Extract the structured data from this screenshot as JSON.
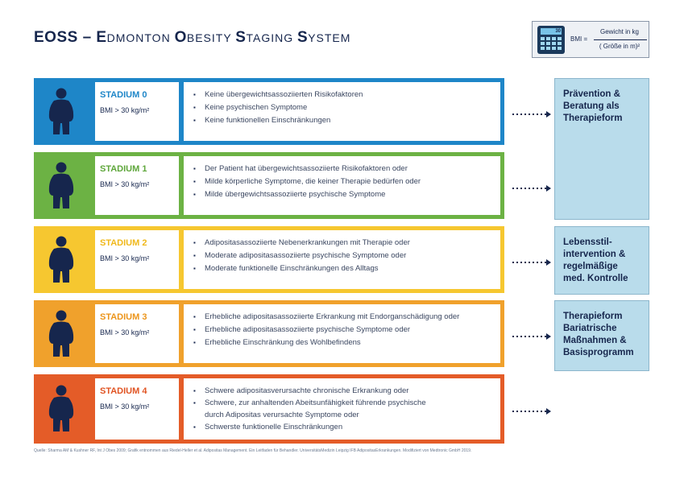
{
  "title": {
    "p1": "EOSS – E",
    "p2": "DMONTON ",
    "p3": "O",
    "p4": "BESITY ",
    "p5": "S",
    "p6": "TAGING ",
    "p7": "S",
    "p8": "YSTEM"
  },
  "bmi": {
    "calc_display": "30",
    "label": "BMI =",
    "numerator": "Gewicht in kg",
    "denominator": "( Größe in m)²"
  },
  "stages": [
    {
      "name": "STADIUM 0",
      "bmi": "BMI > 30 kg/m²",
      "color": "#1e86c8",
      "name_color": "#1e86c8",
      "items": [
        "Keine übergewichtsassoziierten Risikofaktoren",
        "Keine psychischen Symptome",
        "Keine funktionellen Einschränkungen"
      ]
    },
    {
      "name": "STADIUM 1",
      "bmi": "BMI > 30 kg/m²",
      "color": "#6cb244",
      "name_color": "#5ea63a",
      "items": [
        "Der Patient hat übergewichtsassoziierte Risikofaktoren oder",
        "Milde körperliche Symptome, die keiner Therapie bedürfen oder",
        "Milde übergewichtsassoziierte psychische Symptome"
      ]
    },
    {
      "name": "STADIUM 2",
      "bmi": "BMI > 30 kg/m²",
      "color": "#f6c730",
      "name_color": "#f0b81a",
      "items": [
        "Adipositasassoziierte Nebenerkrankungen mit Therapie oder",
        "Moderate adipositasassoziierte psychische Symptome oder",
        "Moderate funktionelle Einschränkungen des Alltags"
      ]
    },
    {
      "name": "STADIUM 3",
      "bmi": "BMI > 30 kg/m²",
      "color": "#f0a12c",
      "name_color": "#ec9419",
      "items": [
        "Erhebliche adipositasassoziierte Erkrankung mit Endorganschädigung oder",
        "Erhebliche adipositasassoziierte psychische Symptome oder",
        "Erhebliche Einschränkung des Wohlbefindens"
      ]
    },
    {
      "name": "STADIUM 4",
      "bmi": "BMI > 30 kg/m²",
      "color": "#e45c28",
      "name_color": "#e05322",
      "items": [
        "Schwere adipositasverursachte chronische Erkrankung oder",
        "Schwere, zur anhaltenden Abeitsunfähigkeit führende psychische",
        "durch Adipositas verursachte Symptome oder",
        "Schwerste funktionelle Einschränkungen"
      ]
    }
  ],
  "recommendations": [
    {
      "lines": [
        "Prävention &",
        "Beratung als",
        "Therapieform"
      ]
    },
    {
      "lines": [
        "Lebensstil-",
        "intervention &",
        "regelmäßige",
        "med. Kontrolle"
      ]
    },
    {
      "lines": [
        "Therapieform",
        "Bariatrische",
        "Maßnahmen &",
        "Basisprogramm"
      ]
    }
  ],
  "footer": "Quelle: Sharma AM & Kushner RF, Int J Obes 2009; Grafik entnommen aus Riedel-Heller et al. Adipositas Management. Ein Leitfaden für Behandler. UniversitätsMedizin Leipzig IFB AdipositasErkrankungen. Modifiziert von Medtronic GmbH 2019.",
  "colors": {
    "navy": "#16264d",
    "recommendation_bg": "#b9dceb"
  }
}
